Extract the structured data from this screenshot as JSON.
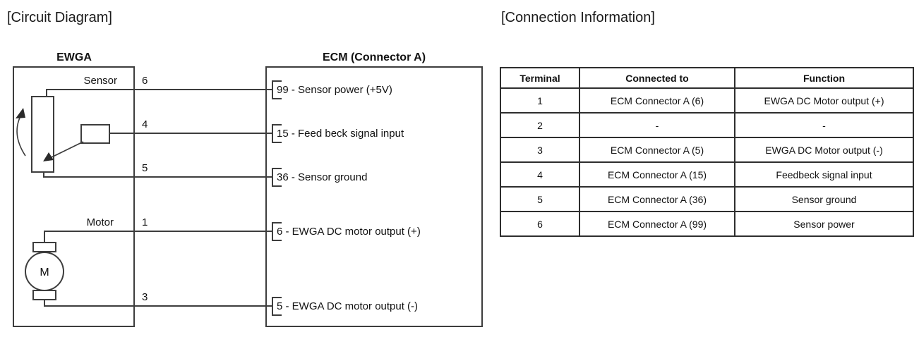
{
  "circuit": {
    "heading": "[Circuit Diagram]",
    "ewga": {
      "title": "EWGA",
      "sensor_label": "Sensor",
      "motor_label": "Motor",
      "motor_symbol": "M",
      "terminals": [
        "6",
        "4",
        "5",
        "1",
        "3"
      ]
    },
    "ecm": {
      "title": "ECM (Connector A)",
      "pins": [
        "99 - Sensor power (+5V)",
        "15 - Feed beck signal input",
        "36 - Sensor ground",
        "6 - EWGA DC motor output (+)",
        "5 - EWGA DC motor output (-)"
      ]
    }
  },
  "connection_info": {
    "heading": "[Connection Information]",
    "table": {
      "headers": [
        "Terminal",
        "Connected to",
        "Function"
      ],
      "rows": [
        [
          "1",
          "ECM Connector A (6)",
          "EWGA DC Motor output (+)"
        ],
        [
          "2",
          "-",
          "-"
        ],
        [
          "3",
          "ECM Connector A (5)",
          "EWGA DC Motor output (-)"
        ],
        [
          "4",
          "ECM Connector A (15)",
          "Feedbeck signal input"
        ],
        [
          "5",
          "ECM Connector A (36)",
          "Sensor ground"
        ],
        [
          "6",
          "ECM Connector A (99)",
          "Sensor power"
        ]
      ]
    }
  },
  "colors": {
    "line": "#3d3d3d",
    "table_border": "#2e2e2e",
    "text": "#111111",
    "background": "#ffffff"
  }
}
